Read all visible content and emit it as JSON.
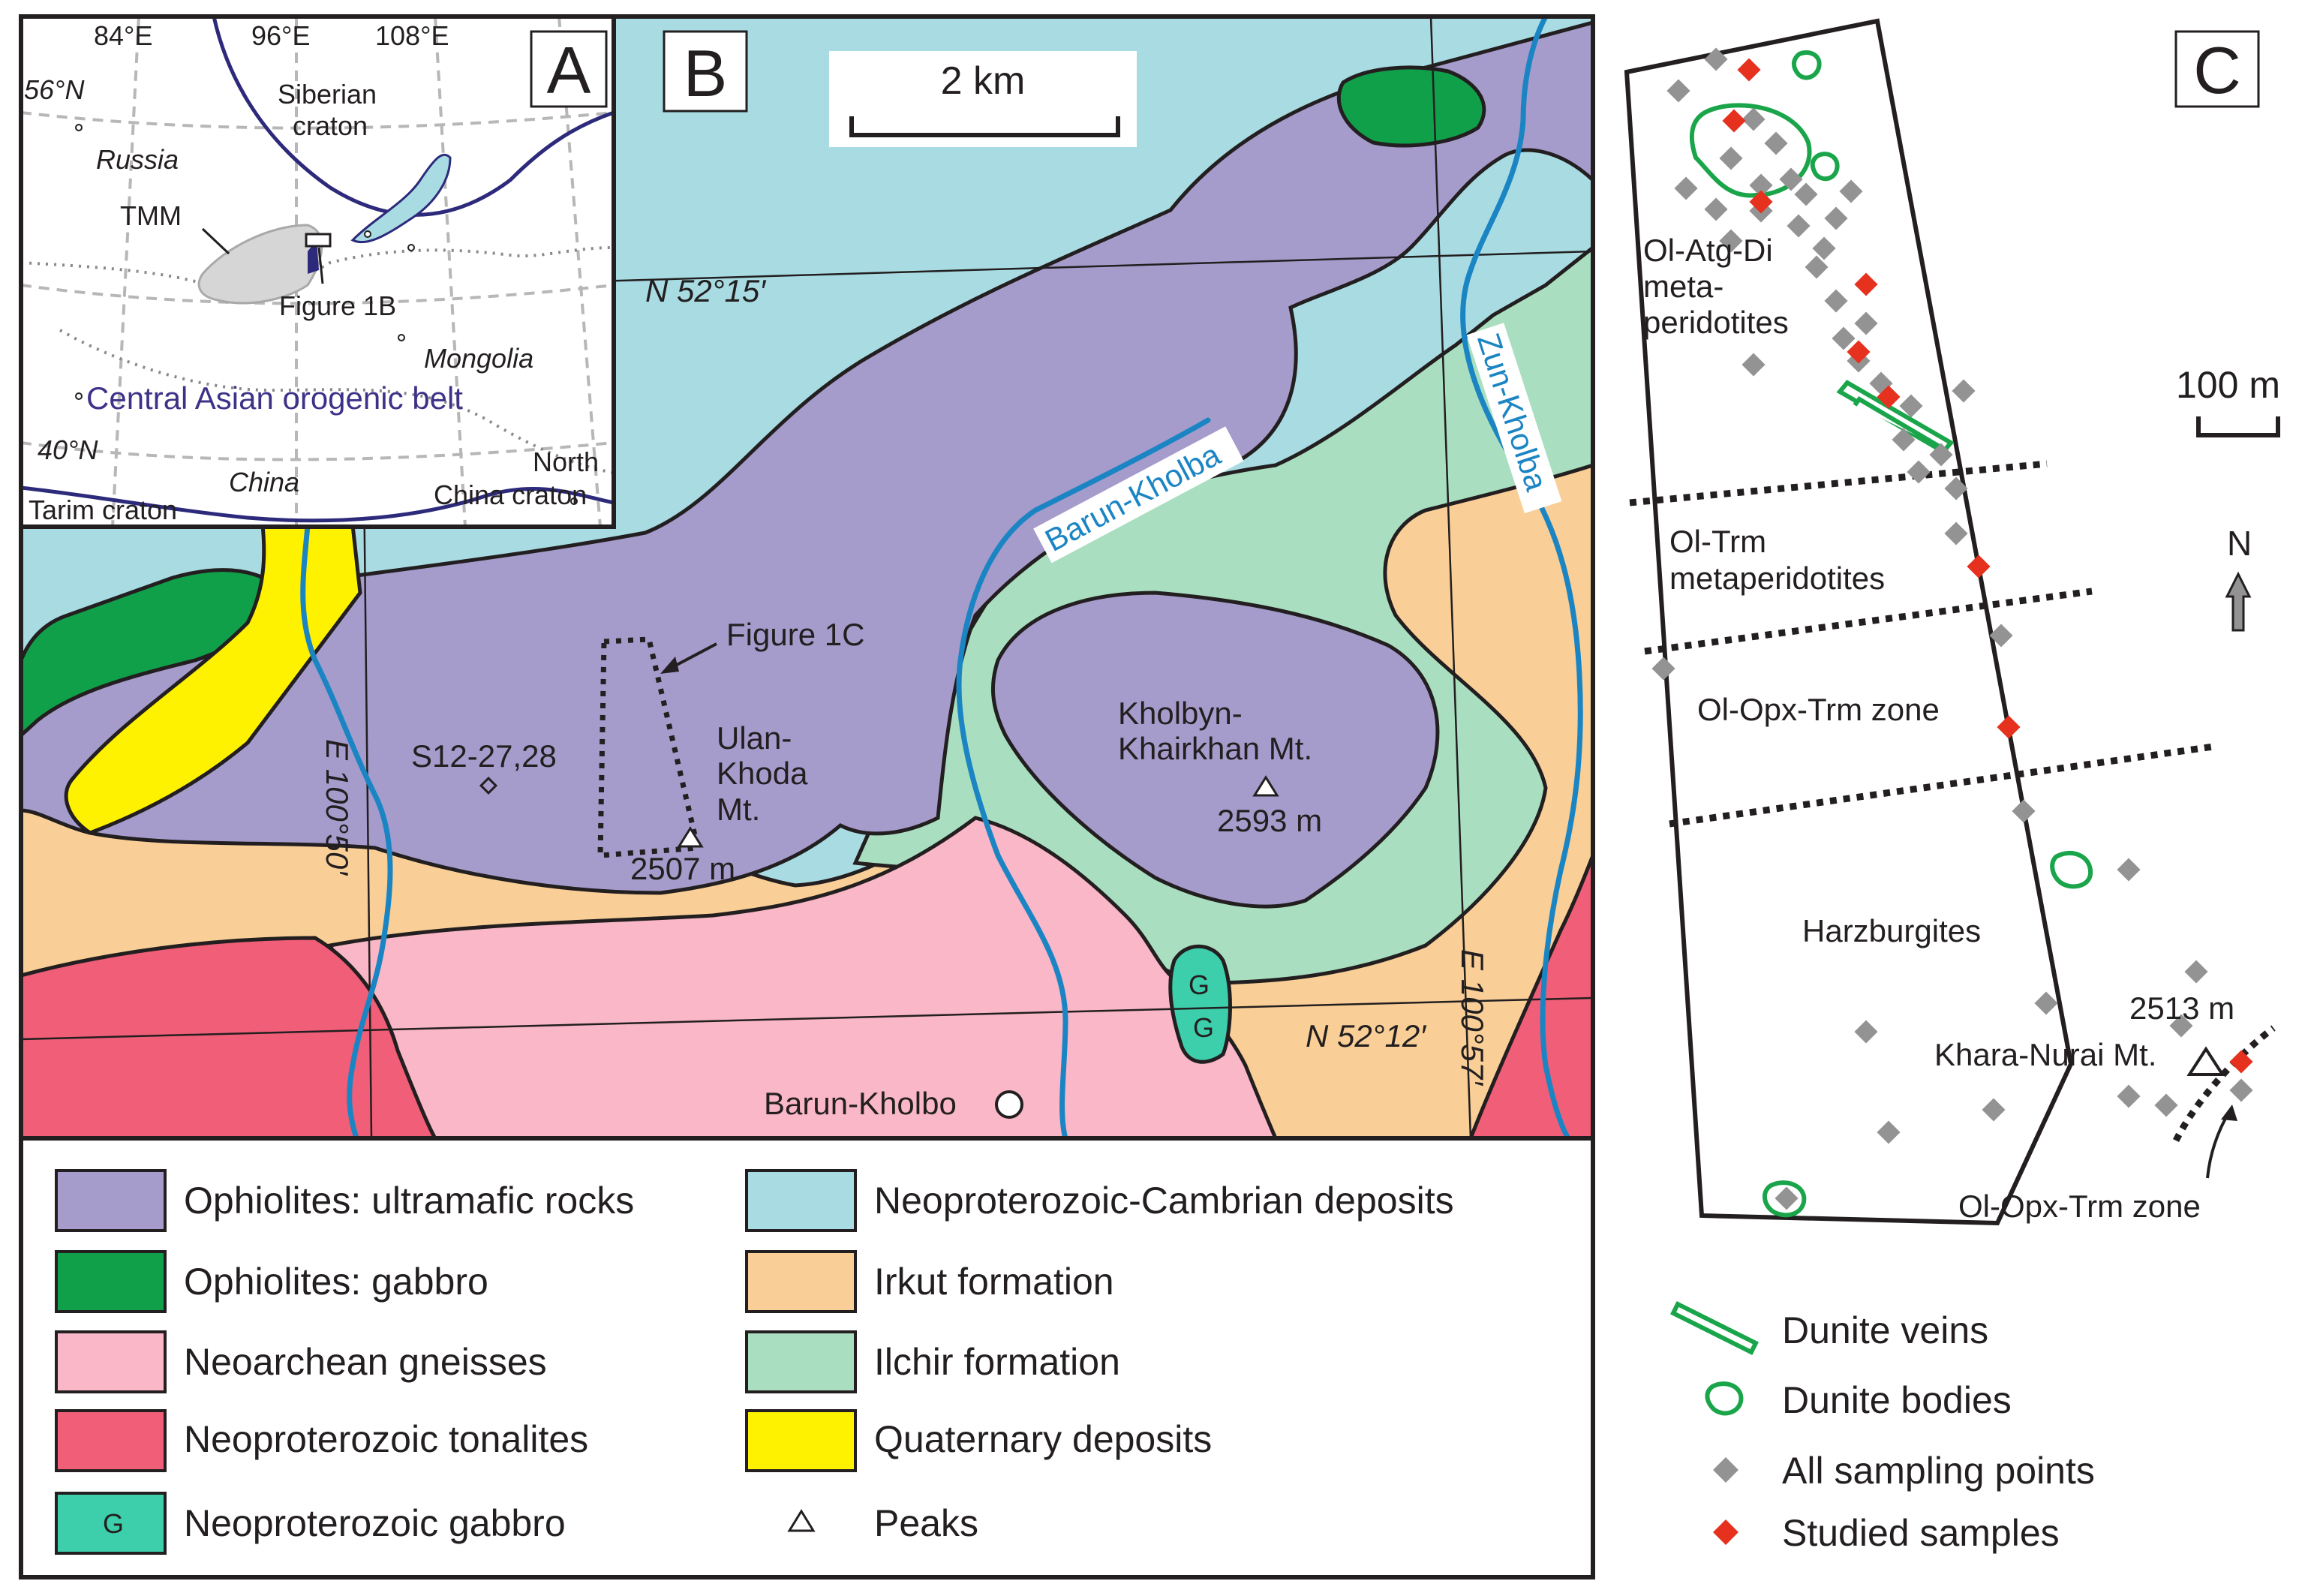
{
  "panels": {
    "a": {
      "letter": "A",
      "lon_labels": [
        "84°E",
        "96°E",
        "108°E"
      ],
      "lat_labels": [
        "56°N",
        "40°N"
      ],
      "place_labels": {
        "siberian_1": "Siberian",
        "siberian_2": "craton",
        "russia": "Russia",
        "tmm": "TMM",
        "figure_1b": "Figure 1B",
        "mongolia": "Mongolia",
        "caob": "Central Asian orogenic belt",
        "china": "China",
        "tarim": "Tarim craton",
        "north_china_1": "North",
        "north_china_2": "China craton"
      }
    },
    "b": {
      "letter": "B",
      "scale_label": "2 km",
      "grid_labels": {
        "n1": "N 52°15′",
        "n2": "N 52°12′",
        "e1": "E 100°50′",
        "e2": "E 100°57′"
      },
      "rivers": {
        "barun": "Barun-Kholba",
        "zun": "Zun-Kholba"
      },
      "labels": {
        "figure_1c": "Figure 1C",
        "sample": "S12-27,28",
        "ulan_1": "Ulan-",
        "ulan_2": "Khoda",
        "ulan_3": "Mt.",
        "ulan_elev": "2507 m",
        "kholbyn_1": "Kholbyn-",
        "kholbyn_2": "Khairkhan Mt.",
        "kholbyn_elev": "2593 m",
        "village": "Barun-Kholbo",
        "gabbro_g": "G"
      }
    },
    "c": {
      "letter": "C",
      "scale_label": "100 m",
      "north_label": "N",
      "zones": {
        "atg_1": "Ol-Atg-Di",
        "atg_2": "meta-",
        "atg_3": "peridotites",
        "trm_1": "Ol-Trm",
        "trm_2": "metaperidotites",
        "opx": "Ol-Opx-Trm zone",
        "harz": "Harzburgites",
        "peak_elev": "2513 m",
        "peak_name": "Khara-Nurai Mt.",
        "opx_bottom": "Ol-Opx-Trm zone"
      }
    }
  },
  "colors": {
    "ultramafic": "#a59ccc",
    "gabbro_oph": "#11a04a",
    "gneiss": "#f9b7c7",
    "tonalite": "#f15e78",
    "gabbro_neo": "#3dcfab",
    "neo_cambrian": "#a8dce2",
    "irkut": "#f9cf97",
    "ilchir": "#a9dfc0",
    "quaternary": "#fff200",
    "river": "#1b85c4",
    "dunite": "#1aa54b",
    "sample_all": "#939393",
    "sample_studied": "#e5311e",
    "caob_text": "#3d3288",
    "craton_line": "#2d2a7b"
  },
  "legend": {
    "map_units": [
      {
        "label": "Ophiolites: ultramafic rocks",
        "color": "#a59ccc"
      },
      {
        "label": "Ophiolites: gabbro",
        "color": "#11a04a"
      },
      {
        "label": "Neoarchean gneisses",
        "color": "#f9b7c7"
      },
      {
        "label": "Neoproterozoic tonalites",
        "color": "#f15e78"
      },
      {
        "label": "Neoproterozoic gabbro",
        "color": "#3dcfab",
        "symbol": "G"
      },
      {
        "label": "Neoproterozoic-Cambrian deposits",
        "color": "#a8dce2"
      },
      {
        "label": "Irkut formation",
        "color": "#f9cf97"
      },
      {
        "label": "Ilchir formation",
        "color": "#a9dfc0"
      },
      {
        "label": "Quaternary deposits",
        "color": "#fff200"
      },
      {
        "label": "Peaks",
        "symbol": "triangle"
      }
    ],
    "c_symbols": [
      {
        "label": "Dunite veins"
      },
      {
        "label": "Dunite bodies"
      },
      {
        "label": "All sampling points"
      },
      {
        "label": "Studied samples"
      }
    ]
  }
}
